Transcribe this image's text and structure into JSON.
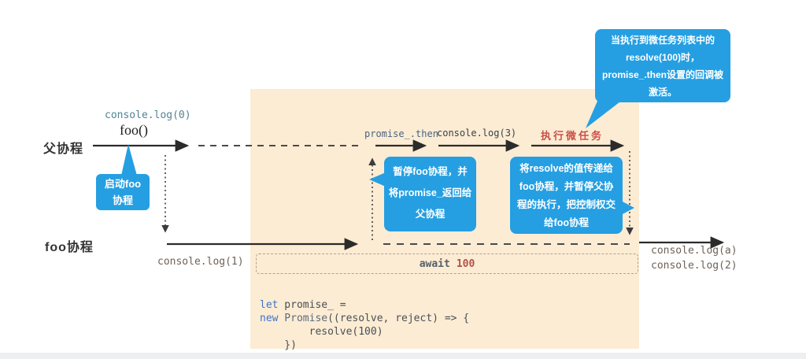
{
  "lanes": {
    "parent": "父协程",
    "foo": "foo协程"
  },
  "parent_timeline": {
    "log0": "console.log(0)",
    "foo_call": "foo()",
    "promise_then": "promise_.then",
    "log3": "console.log(3)",
    "run_microtask": "执行微任务"
  },
  "foo_timeline": {
    "log1": "console.log(1)",
    "await_keyword": "await",
    "await_value": "100",
    "log_a": "console.log(a)",
    "log2": "console.log(2)"
  },
  "bubbles": {
    "start_foo": {
      "lines": [
        "启动foo",
        "协程"
      ]
    },
    "microtask_note": {
      "lines": [
        "当执行到微任务列表中的",
        "resolve(100)时，",
        "promise_.then设置的回调被",
        "激活。"
      ]
    },
    "pause_foo": {
      "lines": [
        "暂停foo协程，并",
        "将promise_返回给",
        "父协程"
      ]
    },
    "pass_resolve": {
      "lines": [
        "将resolve的值传递给",
        "foo协程，并暂停父协",
        "程的执行，把控制权交",
        "给foo协程"
      ]
    }
  },
  "code_block": {
    "line1_keyword": "let",
    "line1_rest": " promise_ =",
    "line2_keyword": "new",
    "line2_name": " Promise",
    "line2_rest": "((resolve, reject) => {",
    "line3": "        resolve(100)",
    "line4": "    })"
  },
  "colors": {
    "bubble_blue": "#259fe2",
    "panel_peach": "#fcecd4",
    "microtask_red": "#cb4f47",
    "keyword_blue": "#3d74c9",
    "arrow_black": "#2b2b2b"
  }
}
